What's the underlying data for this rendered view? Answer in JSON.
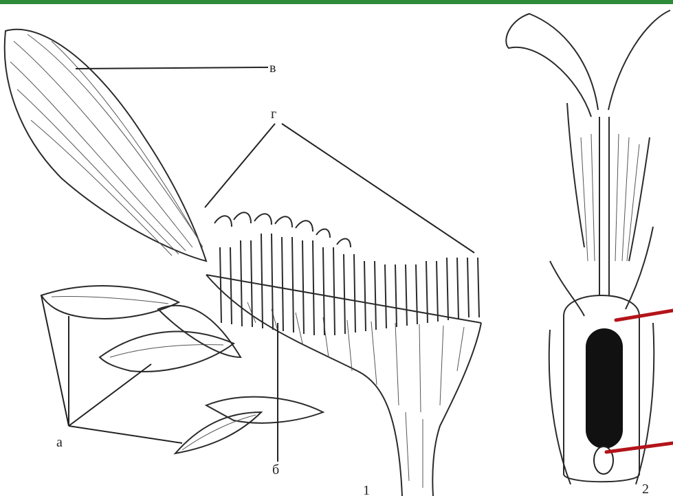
{
  "figure": {
    "labels": {
      "a": "в",
      "b": "г",
      "c": "а",
      "d": "б",
      "fig1": "1",
      "fig2": "2"
    },
    "colors": {
      "top_bar": "#2e8b3a",
      "pointer": "#b3141a",
      "ink": "#2a2a2a"
    }
  }
}
